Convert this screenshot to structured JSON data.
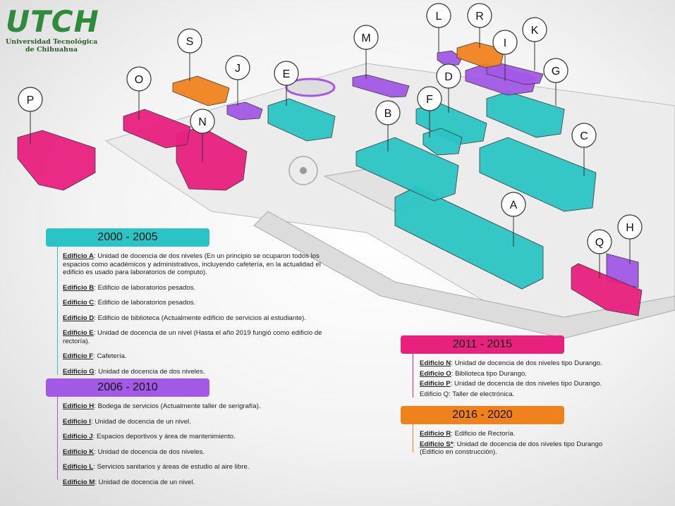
{
  "logo": {
    "mark": "UTCH",
    "line1": "Universidad Tecnológica",
    "line2": "de Chihuahua"
  },
  "colors": {
    "teal": "#2bc4c4",
    "magenta": "#e8207e",
    "purple": "#a259e6",
    "orange": "#f0821e",
    "logo_green": "#2e8b3a"
  },
  "buildings": [
    {
      "letter": "A",
      "period": "2000 - 2005"
    },
    {
      "letter": "B",
      "period": "2000 - 2005"
    },
    {
      "letter": "C",
      "period": "2000 - 2005"
    },
    {
      "letter": "D",
      "period": "2000 - 2005"
    },
    {
      "letter": "E",
      "period": "2000 - 2005"
    },
    {
      "letter": "F",
      "period": "2000 - 2005"
    },
    {
      "letter": "G",
      "period": "2000 - 2005"
    },
    {
      "letter": "H",
      "period": "2006 - 2010"
    },
    {
      "letter": "I",
      "period": "2006 - 2010"
    },
    {
      "letter": "J",
      "period": "2006 - 2010"
    },
    {
      "letter": "K",
      "period": "2006 - 2010"
    },
    {
      "letter": "L",
      "period": "2006 - 2010"
    },
    {
      "letter": "M",
      "period": "2006 - 2010"
    },
    {
      "letter": "N",
      "period": "2011 - 2015"
    },
    {
      "letter": "O",
      "period": "2011 - 2015"
    },
    {
      "letter": "P",
      "period": "2011 - 2015"
    },
    {
      "letter": "Q",
      "period": "2011 - 2015"
    },
    {
      "letter": "R",
      "period": "2016 - 2020"
    },
    {
      "letter": "S",
      "period": "2016 - 2020"
    }
  ],
  "periods": {
    "p1": {
      "label": "2000 - 2005",
      "items": [
        {
          "name": "Edificio A",
          "text": ": Unidad de docencia de dos niveles (En un principio se ocuparon todos los espacios como académicos y administrativos, incluyendo cafetería, en la actualidad el edificio es usado para laboratorios de computo)."
        },
        {
          "name": "Edificio B",
          "text": ": Edificio de laboratorios pesados."
        },
        {
          "name": "Edificio C",
          "text": ": Edificio de laboratorios pesados."
        },
        {
          "name": "Edificio D",
          "text": ": Edificio de biblioteca (Actualmente edificio de servicios al estudiante)."
        },
        {
          "name": "Edificio E",
          "text": ": Unidad de docencia de un nivel (Hasta el año 2019 fungió como edificio de rectoría)."
        },
        {
          "name": "Edificio F",
          "text": ": Cafetería."
        },
        {
          "name": "Edificio G",
          "text": ": Unidad de docencia de dos niveles."
        }
      ]
    },
    "p2": {
      "label": "2006 - 2010",
      "items": [
        {
          "name": "Edificio H",
          "text": ": Bodega de servicios (Actualmente taller de serigrafía)."
        },
        {
          "name": "Edificio I",
          "text": ": Unidad de docencia de un nivel."
        },
        {
          "name": "Edificio J",
          "text": ": Espacios deportivos y área de mantenimiento."
        },
        {
          "name": "Edificio K",
          "text": ": Unidad de docencia de dos niveles."
        },
        {
          "name": "Edificio L",
          "text": ": Servicios sanitarios y áreas de estudio al aire libre."
        },
        {
          "name": "Edificio M",
          "text": ": Unidad de docencia de un nivel."
        }
      ]
    },
    "p3": {
      "label": "2011 - 2015",
      "items": [
        {
          "name": "Edificio N",
          "text": ": Unidad de docencia de dos niveles tipo Durango."
        },
        {
          "name": "Edificio O",
          "text": ": Biblioteca tipo Durango."
        },
        {
          "name": "Edificio P",
          "text": ": Unidad de docencia de dos niveles tipo Durango."
        },
        {
          "name": "",
          "text": "Edificio Q: Taller de electrónica."
        }
      ]
    },
    "p4": {
      "label": "2016 - 2020",
      "items": [
        {
          "name": "Edificio R",
          "text": ": Edificio de Rectoría."
        },
        {
          "name": "Edificio S*",
          "text": ": Unidad de docencia de dos niveles tipo Durango (Edificio en construcción)."
        }
      ]
    }
  }
}
